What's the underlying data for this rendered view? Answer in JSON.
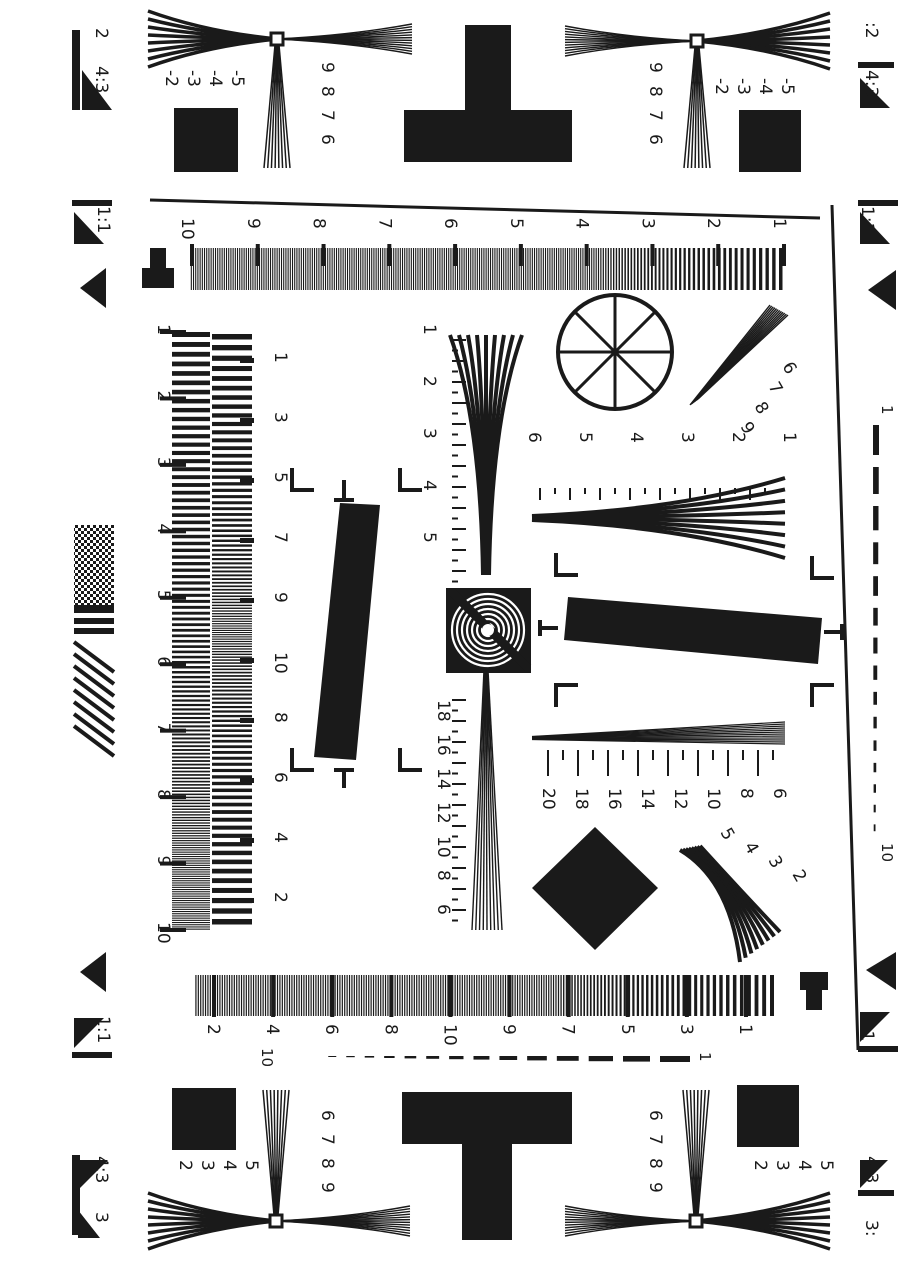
{
  "ink": "#1a1a1a",
  "paper": "#ffffff",
  "corner_labels": {
    "top_left_ratio": "4:3",
    "top_left_num": "2",
    "top_right_ratio": "4:3",
    "top_right_num": ":2",
    "bottom_left_ratio": "4:3",
    "bottom_left_num": "3",
    "bottom_right_ratio": "4:3",
    "bottom_right_num": "3:"
  },
  "side_labels": {
    "left_upper": "1:1",
    "left_lower": "1:1",
    "right_upper": "1:1",
    "right_lower": "1:1"
  },
  "corner_wedge_labels": {
    "a": [
      "-2",
      "-3",
      "-4",
      "-5"
    ],
    "b": [
      "9",
      "8",
      "7",
      "6"
    ],
    "c": [
      "2",
      "3",
      "4",
      "5"
    ],
    "d": [
      "6",
      "7",
      "8",
      "9"
    ]
  },
  "top_wedge_labels": [
    "10",
    "9",
    "8",
    "7",
    "6",
    "5",
    "4",
    "3",
    "2",
    "1"
  ],
  "bottom_wedge_labels": [
    "2",
    "4",
    "6",
    "8",
    "10",
    "9",
    "7",
    "5",
    "3",
    "1"
  ],
  "bottom_line_labels": [
    "10",
    "1"
  ],
  "left_wedge_labels": [
    "1",
    "2",
    "3",
    "4",
    "5",
    "6",
    "7",
    "8",
    "9",
    "10"
  ],
  "left_inner_labels": [
    "1",
    "3",
    "5",
    "7",
    "9",
    "10",
    "8",
    "6",
    "4",
    "2"
  ],
  "right_line_labels": [
    "1",
    "10"
  ],
  "center_h_upper_labels": [
    "1",
    "2",
    "3",
    "4",
    "5"
  ],
  "center_h_lower_labels": [
    "18",
    "16",
    "14",
    "12",
    "10",
    "8",
    "6"
  ],
  "right_v_upper_labels": [
    "1",
    "2",
    "3",
    "4",
    "5",
    "6"
  ],
  "right_v_lower_labels": [
    "6",
    "8",
    "10",
    "12",
    "14",
    "16",
    "18",
    "20"
  ],
  "diag_upper_labels": [
    "6",
    "7",
    "8",
    "9"
  ],
  "diag_lower_labels": [
    "2",
    "3",
    "4",
    "5"
  ]
}
